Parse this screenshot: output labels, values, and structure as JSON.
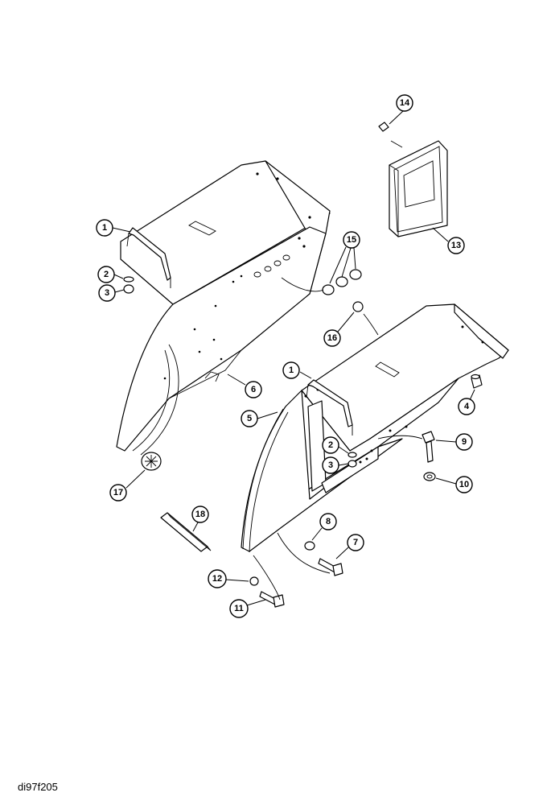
{
  "figure_code": "di97f205",
  "callouts": {
    "c1a": "1",
    "c2a": "2",
    "c3a": "3",
    "c15": "15",
    "c14": "14",
    "c13": "13",
    "c16": "16",
    "c6": "6",
    "c1b": "1",
    "c4": "4",
    "c5": "5",
    "c2b": "2",
    "c3b": "3",
    "c9": "9",
    "c10": "10",
    "c17": "17",
    "c18": "18",
    "c8": "8",
    "c7": "7",
    "c12": "12",
    "c11": "11"
  }
}
